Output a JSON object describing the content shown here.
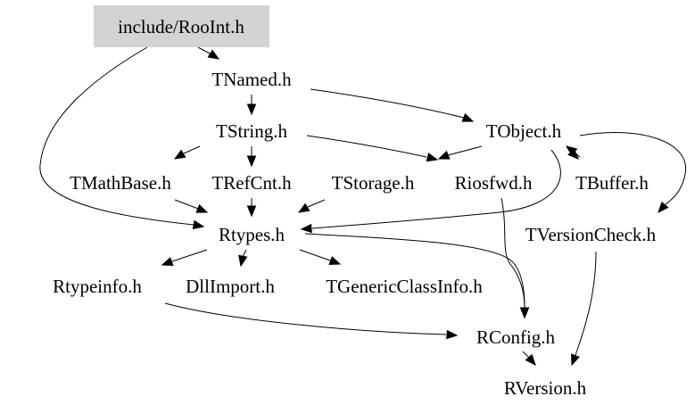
{
  "graph": {
    "nodes": [
      {
        "id": "rooint",
        "label": "include/RooInt.h",
        "highlighted": true
      },
      {
        "id": "tnamed",
        "label": "TNamed.h"
      },
      {
        "id": "tstring",
        "label": "TString.h"
      },
      {
        "id": "tobject",
        "label": "TObject.h"
      },
      {
        "id": "tmathbase",
        "label": "TMathBase.h"
      },
      {
        "id": "trefcnt",
        "label": "TRefCnt.h"
      },
      {
        "id": "tstorage",
        "label": "TStorage.h"
      },
      {
        "id": "riosfwd",
        "label": "Riosfwd.h"
      },
      {
        "id": "tbuffer",
        "label": "TBuffer.h"
      },
      {
        "id": "rtypes",
        "label": "Rtypes.h"
      },
      {
        "id": "tversioncheck",
        "label": "TVersionCheck.h"
      },
      {
        "id": "rtypeinfo",
        "label": "Rtypeinfo.h"
      },
      {
        "id": "dllimport",
        "label": "DllImport.h"
      },
      {
        "id": "tgenericclassinfo",
        "label": "TGenericClassInfo.h"
      },
      {
        "id": "rconfig",
        "label": "RConfig.h"
      },
      {
        "id": "rversion",
        "label": "RVersion.h"
      }
    ],
    "edges": [
      [
        "rooint",
        "tnamed"
      ],
      [
        "rooint",
        "rtypes"
      ],
      [
        "tnamed",
        "tstring"
      ],
      [
        "tnamed",
        "tobject"
      ],
      [
        "tstring",
        "tmathbase"
      ],
      [
        "tstring",
        "trefcnt"
      ],
      [
        "tstring",
        "riosfwd"
      ],
      [
        "tobject",
        "riosfwd"
      ],
      [
        "tobject",
        "tbuffer"
      ],
      [
        "tobject",
        "rtypes"
      ],
      [
        "tobject",
        "tversioncheck"
      ],
      [
        "tmathbase",
        "rtypes"
      ],
      [
        "trefcnt",
        "rtypes"
      ],
      [
        "tstorage",
        "rtypes"
      ],
      [
        "tbuffer",
        "tobject"
      ],
      [
        "riosfwd",
        "rconfig"
      ],
      [
        "rtypes",
        "rtypeinfo"
      ],
      [
        "rtypes",
        "dllimport"
      ],
      [
        "rtypes",
        "tgenericclassinfo"
      ],
      [
        "rtypes",
        "rconfig"
      ],
      [
        "rtypeinfo",
        "rconfig"
      ],
      [
        "tversioncheck",
        "rversion"
      ],
      [
        "rconfig",
        "rversion"
      ]
    ]
  },
  "colors": {
    "highlight_fill": "#d3d3d3",
    "line": "#000000",
    "background": "#ffffff"
  }
}
